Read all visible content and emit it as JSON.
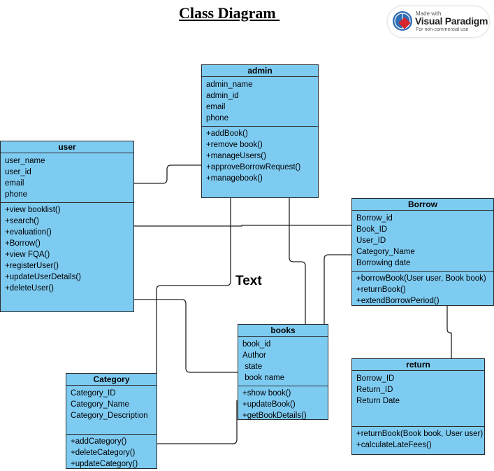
{
  "title": "Class Diagram ",
  "badge": {
    "line1": "Made with",
    "line2": "Visual Paradigm",
    "line3": "For non-commercial use"
  },
  "floating_text": "Text",
  "colors": {
    "class_fill": "#7ecbf2",
    "border": "#2b2b2b",
    "line": "#222222"
  },
  "classes": {
    "admin": {
      "name": "admin",
      "attributes": [
        "admin_name",
        "admin_id",
        "email",
        "phone"
      ],
      "operations": [
        "+addBook()",
        "+remove book()",
        "+manageUsers()",
        "+approveBorrowRequest()",
        "+managebook()"
      ]
    },
    "user": {
      "name": "user",
      "attributes": [
        "user_name",
        "user_id",
        "email",
        "phone"
      ],
      "operations": [
        "+view booklist()",
        "+search()",
        "+evaluation()",
        "+Borrow()",
        "+view FQA()",
        "+registerUser()",
        "+updateUserDetails()",
        "+deleteUser()"
      ]
    },
    "borrow": {
      "name": "Borrow",
      "attributes": [
        "Borrow_id",
        "Book_ID",
        "User_ID",
        "Category_Name",
        "Borrowing date"
      ],
      "operations": [
        "+borrowBook(User user, Book book)",
        "+returnBook()",
        "+extendBorrowPeriod()"
      ]
    },
    "books": {
      "name": "books",
      "attributes": [
        "book_id",
        "Author",
        " state",
        " book name"
      ],
      "operations": [
        "+show book()",
        "+updateBook()",
        "+getBookDetails()"
      ]
    },
    "return": {
      "name": "return",
      "attributes": [
        "Borrow_ID",
        "Return_ID",
        "Return Date"
      ],
      "operations": [
        "+returnBook(Book book, User user)",
        "+calculateLateFees()"
      ]
    },
    "category": {
      "name": "Category",
      "attributes": [
        "Category_ID",
        "Category_Name",
        "Category_Description"
      ],
      "operations": [
        "+addCategory()",
        "+deleteCategory()",
        "+updateCategory()"
      ]
    }
  }
}
